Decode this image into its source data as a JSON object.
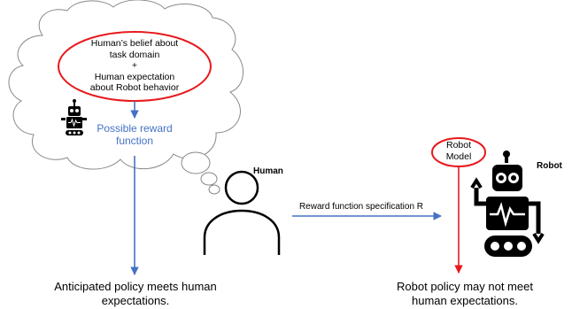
{
  "thought": {
    "belief_line1": "Human’s belief about",
    "belief_line2": "task domain",
    "belief_line3": "+",
    "belief_line4": "Human expectation",
    "belief_line5": "about Robot behavior",
    "reward_line1": "Possible reward",
    "reward_line2": "function"
  },
  "human_label": "Human",
  "robot_label": "Robot",
  "robot_model_line1": "Robot",
  "robot_model_line2": "Model",
  "spec_label": "Reward function specification R",
  "anticipated_line1": "Anticipated policy meets human",
  "anticipated_line2": "expectations.",
  "robot_policy_line1": "Robot policy may not meet",
  "robot_policy_line2": "human expectations.",
  "colors": {
    "blue": "#4472c4",
    "red": "#e8191c",
    "black": "#000000"
  },
  "icons": [
    "thought-cloud",
    "human-icon",
    "robot-icon"
  ]
}
